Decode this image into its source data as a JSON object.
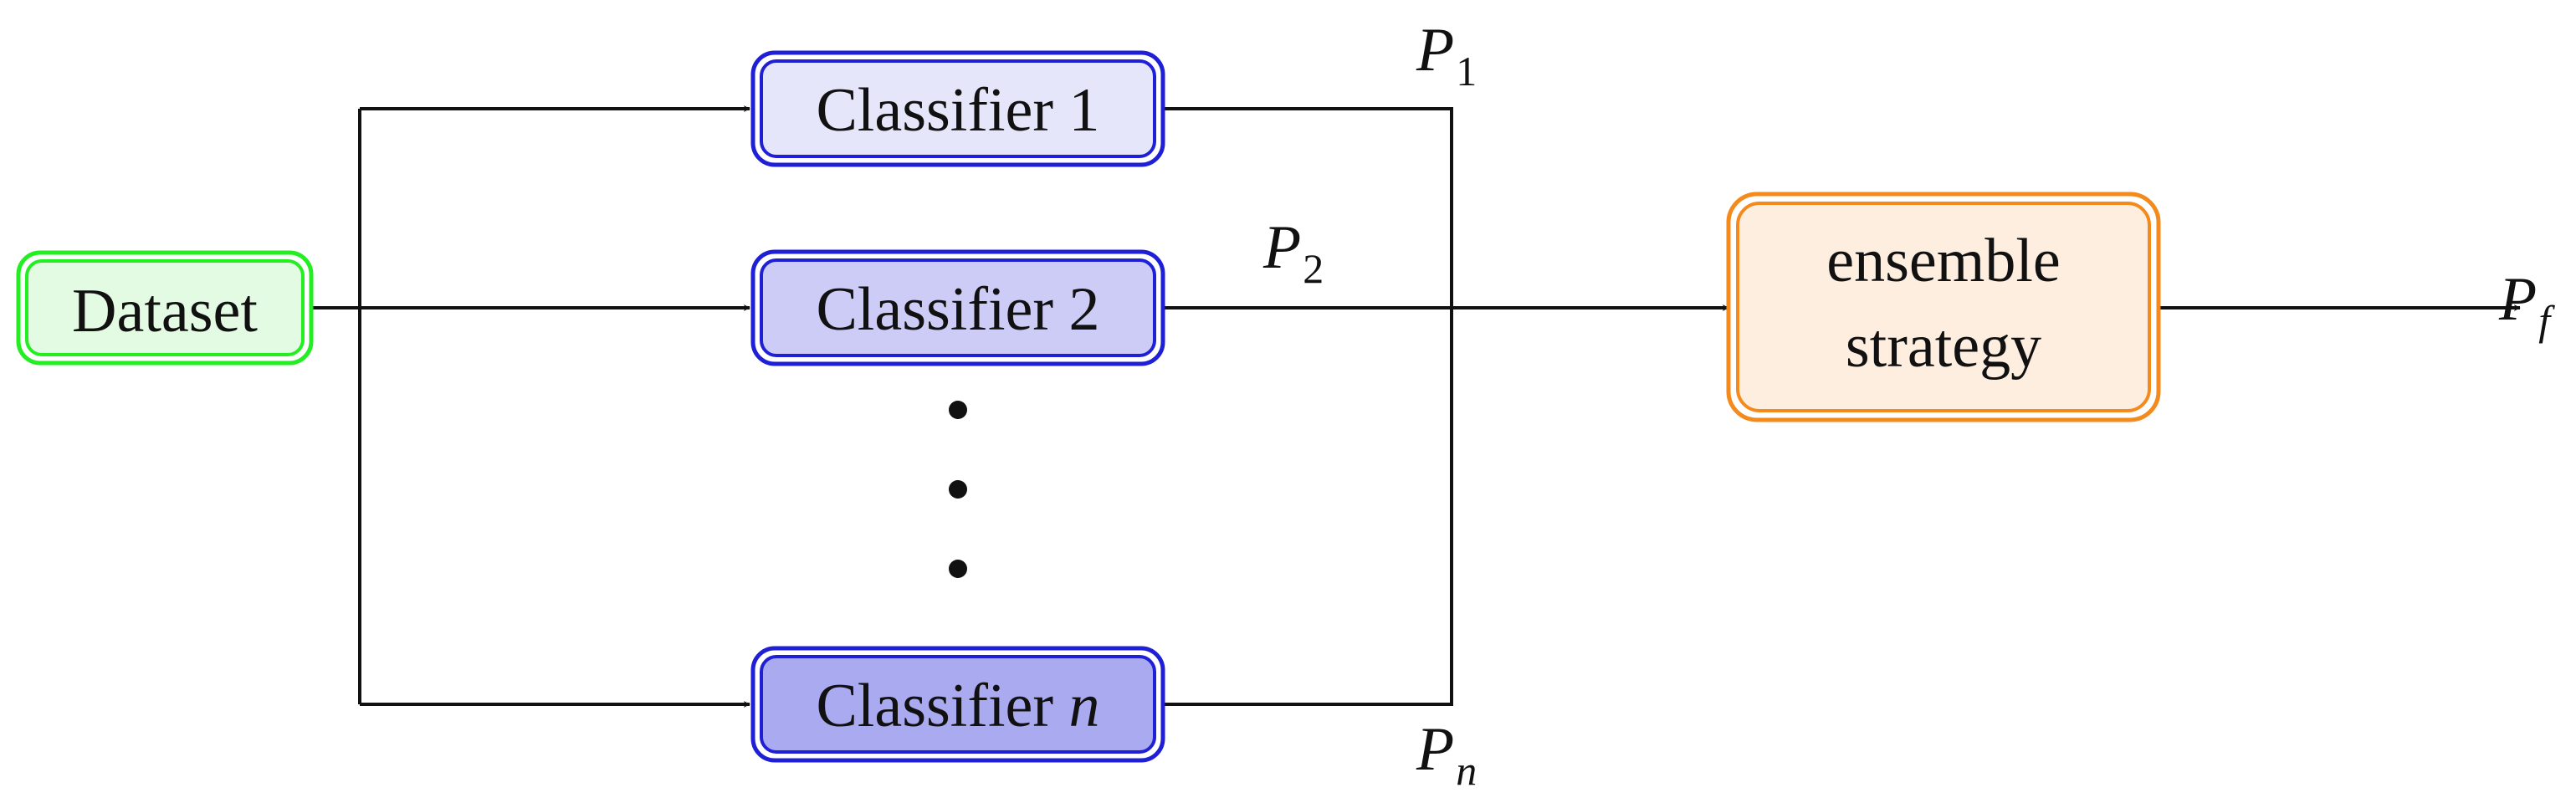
{
  "nodes": {
    "dataset": {
      "label": "Dataset",
      "fill": "#e3fbe3",
      "stroke": "#22ee22"
    },
    "classifier_1": {
      "label": "Classifier 1",
      "fill": "#e6e6fa",
      "stroke": "#1f1fd6"
    },
    "classifier_2": {
      "label": "Classifier 2",
      "fill": "#ccccf7",
      "stroke": "#1f1fd6"
    },
    "classifier_n": {
      "label_prefix": "Classifier",
      "label_var": "n",
      "fill": "#aaaaf0",
      "stroke": "#1f1fd6"
    },
    "ensemble": {
      "label_line1": "ensemble",
      "label_line2": "strategy",
      "fill": "#fdeee0",
      "stroke": "#f48a1c"
    }
  },
  "edge_labels": {
    "p1": {
      "var": "P",
      "sub": "1"
    },
    "p2": {
      "var": "P",
      "sub": "2"
    },
    "pn": {
      "var": "P",
      "sub": "n"
    },
    "pf": {
      "var": "P",
      "sub": "f"
    }
  },
  "ellipsis": {
    "dot_count": 3,
    "color": "#111111"
  },
  "edge_color": "#111111"
}
